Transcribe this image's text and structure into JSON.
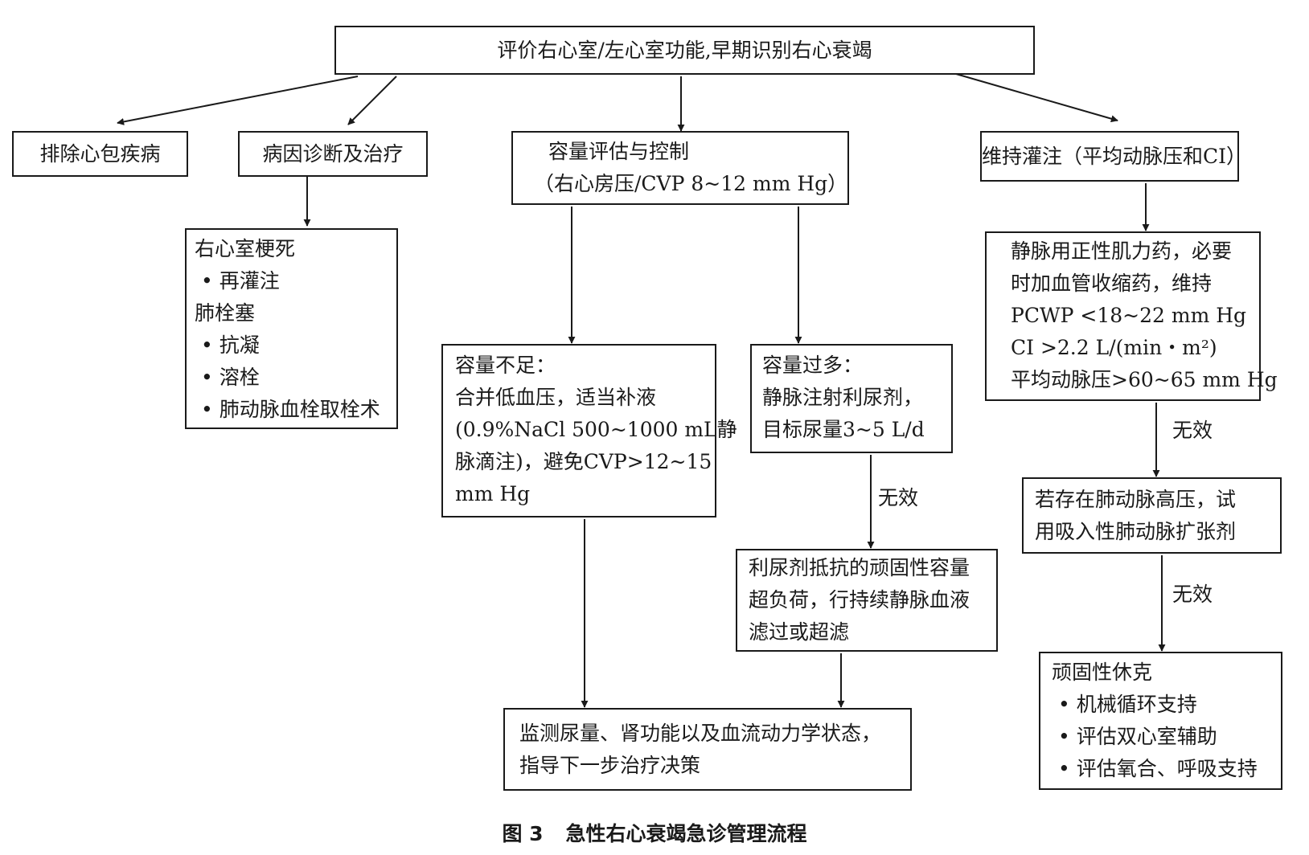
{
  "nodes": {
    "top": "评价右心室/左心室功能,早期识别右心衰竭",
    "exclude": "排除心包疾病",
    "etiology": "病因诊断及治疗",
    "etiology_detail": {
      "mi_title": "右心室梗死",
      "mi_items": [
        "再灌注"
      ],
      "pe_title": "肺栓塞",
      "pe_items": [
        "抗凝",
        "溶栓",
        "肺动脉血栓取栓术"
      ]
    },
    "volume": {
      "line1": "容量评估与控制",
      "line2": "（右心房压/CVP 8~12 mm Hg）"
    },
    "perfusion": "维持灌注（平均动脉压和CI）",
    "volume_low": [
      "容量不足：",
      "合并低血压，适当补液",
      "(0.9%NaCl 500~1000 mL静",
      "脉滴注)，避免CVP>12~15",
      "mm Hg"
    ],
    "volume_high": [
      "容量过多：",
      "静脉注射利尿剂，",
      "目标尿量3~5 L/d"
    ],
    "diuretic_resistance": [
      "利尿剂抵抗的顽固性容量",
      "超负荷，行持续静脉血液",
      "滤过或超滤"
    ],
    "monitor": [
      "监测尿量、肾功能以及血流动力学状态，",
      "指导下一步治疗决策"
    ],
    "inotropes": [
      "静脉用正性肌力药，必要",
      "时加血管收缩药，维持",
      "PCWP <18~22 mm Hg",
      "CI >2.2 L/(min・m²)",
      "平均动脉压>60~65 mm Hg"
    ],
    "pulm_htn": [
      "若存在肺动脉高压，试",
      "用吸入性肺动脉扩张剂"
    ],
    "shock": {
      "title": "顽固性休克",
      "items": [
        "机械循环支持",
        "评估双心室辅助",
        "评估氧合、呼吸支持"
      ]
    }
  },
  "edge_labels": {
    "ineffective_volume": "无效",
    "ineffective_inotropes": "无效",
    "ineffective_pulm": "无效"
  },
  "caption": {
    "number": "图 3",
    "title": "急性右心衰竭急诊管理流程"
  }
}
